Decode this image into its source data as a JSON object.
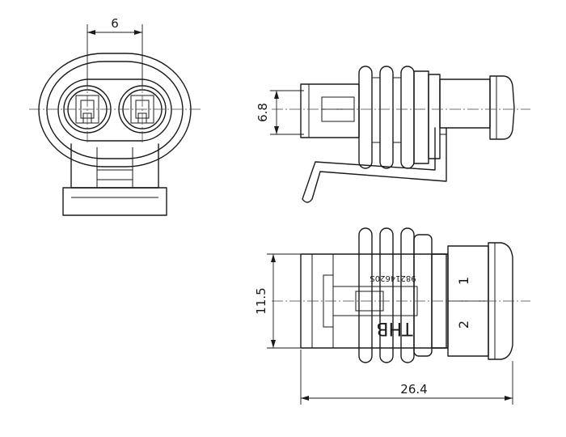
{
  "dimensions": {
    "top_width": "6",
    "side_height": "6.8",
    "bottom_height": "11.5",
    "overall_length": "26.4"
  },
  "markings": {
    "part_number": "98214620S",
    "brand": "THB",
    "pin_1": "1",
    "pin_2": "2"
  }
}
